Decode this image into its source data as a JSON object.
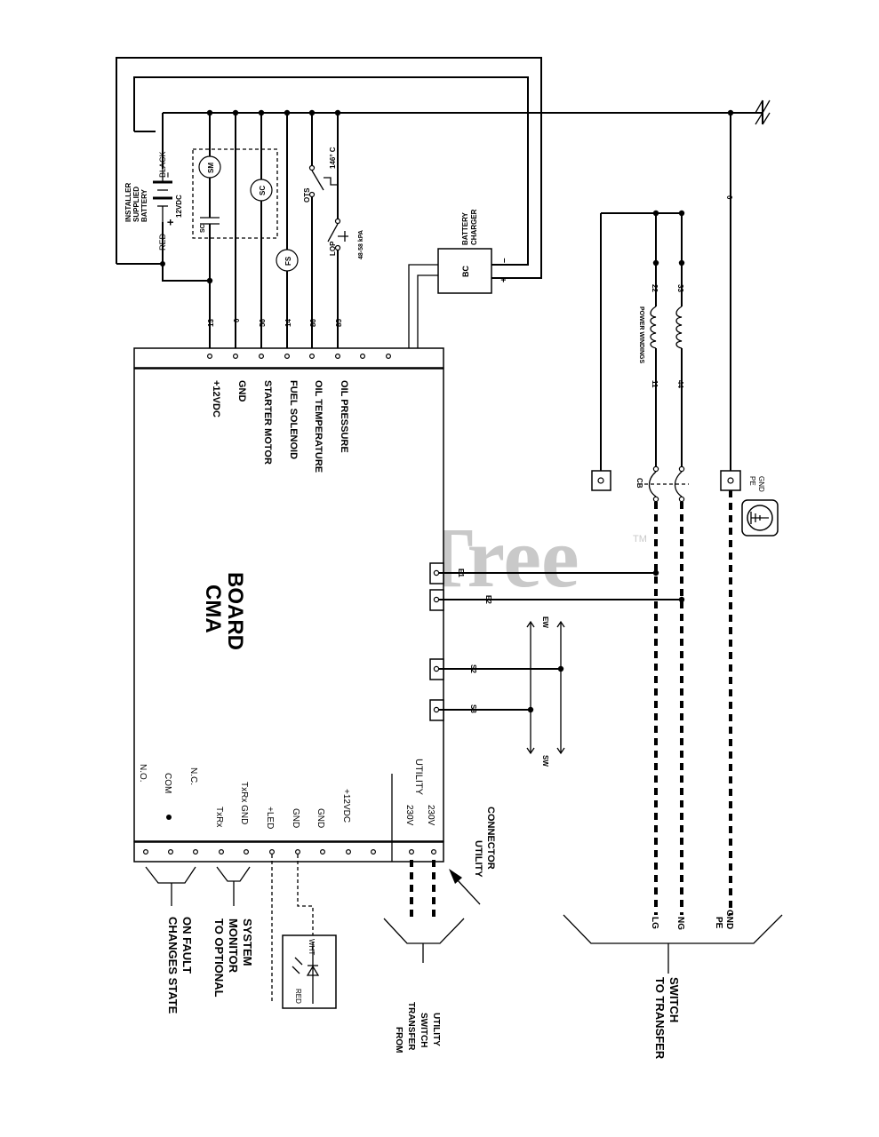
{
  "watermark": {
    "text": "PartsTree",
    "tm": "TM"
  },
  "board": {
    "title_line1": "CMA",
    "title_line2": "BOARD",
    "engine_signals": [
      "+12VDC",
      "GND",
      "STARTER MOTOR",
      "FUEL SOLENOID",
      "OIL TEMPERATURE",
      "OIL PRESSURE"
    ],
    "wire_numbers": [
      "13",
      "0",
      "56",
      "14",
      "86",
      "85"
    ],
    "relay_labels": [
      "N.O.",
      "COM",
      "N.C."
    ],
    "monitor_labels": [
      "TxRx",
      "TxRx GND",
      "+LED",
      "GND",
      "GND",
      "+12VDC"
    ],
    "utility_labels": [
      "230V",
      "230V"
    ],
    "utility_title": "UTILITY",
    "e_terms": [
      "E1",
      "E2"
    ],
    "s_terms": [
      "S2",
      "S3"
    ],
    "ew_label": "EW",
    "sw_label": "SW"
  },
  "battery": {
    "title_lines": [
      "INSTALLER",
      "SUPPLIED",
      "BATTERY"
    ],
    "voltage": "12VDC",
    "neg_label": "BLACK",
    "pos_label": "RED",
    "neg_sign": "–",
    "pos_sign": "+"
  },
  "components": {
    "sm": "SM",
    "sc": "SC",
    "sc_contact": "SC",
    "fs": "FS",
    "ots": "OTS",
    "ots_temp": "146° C",
    "lop": "LOP",
    "lop_pressure": "48-58 kPA",
    "bc": "BC",
    "bc_title_lines": [
      "BATTERY",
      "CHARGER"
    ],
    "bc_neg": "–",
    "bc_pos": "+"
  },
  "power": {
    "title": "POWER WINDINGS",
    "wires": [
      "11",
      "22",
      "44",
      "33"
    ],
    "ground_wire": "0",
    "cb_label": "CB",
    "pe_gnd_lines": [
      "PE",
      "GND"
    ]
  },
  "outputs": {
    "relay_group_lines": [
      "CHANGES STATE",
      "ON FAULT"
    ],
    "monitor_group_lines": [
      "TO OPTIONAL",
      "MONITOR",
      "SYSTEM"
    ],
    "led_red": "RED",
    "led_wht": "WHT",
    "utility_connector_lines": [
      "UTILITY",
      "CONNECTOR"
    ],
    "from_switch_lines": [
      "FROM",
      "TRANSFER",
      "SWITCH",
      "UTILITY"
    ],
    "to_switch_lines": [
      "TO TRANSFER",
      "SWITCH"
    ],
    "transfer_wires": [
      "LG",
      "NG",
      "PE",
      "GND"
    ]
  }
}
